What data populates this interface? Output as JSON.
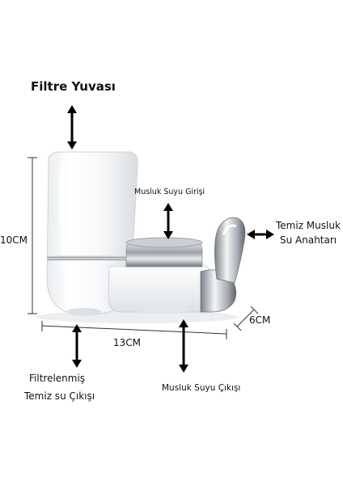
{
  "labels": {
    "filter_housing": "Filtre Yuvası",
    "tap_water_inlet": "Musluk Suyu Girişi",
    "clean_tap_switch_line1": "Temiz Musluk",
    "clean_tap_switch_line2": "Su Anahtarı",
    "filtered_outlet_line1": "Filtrelenmiş",
    "filtered_outlet_line2": "Temiz su Çıkışı",
    "tap_water_outlet": "Musluk Suyu Çıkışı"
  },
  "dimensions": {
    "height": "10CM",
    "width": "13CM",
    "depth": "6CM"
  }
}
